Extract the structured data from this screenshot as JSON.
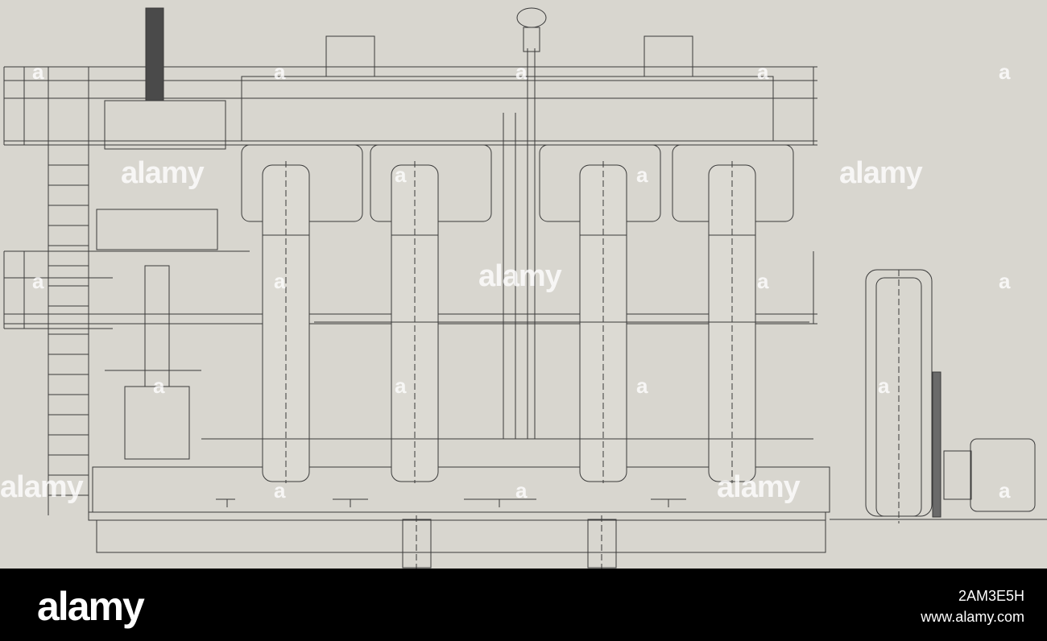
{
  "image": {
    "description_free": true,
    "colors": {
      "paper": "#d8d6cf",
      "ink": "#3a3a3a",
      "footer_bg": "#000000",
      "footer_text": "#ffffff",
      "watermark": "#ffffff"
    }
  },
  "watermarks": {
    "word": "alamy",
    "letter": "a"
  },
  "footer": {
    "logo": "alamy",
    "image_id": "2AM3E5H",
    "url": "www.alamy.com"
  }
}
